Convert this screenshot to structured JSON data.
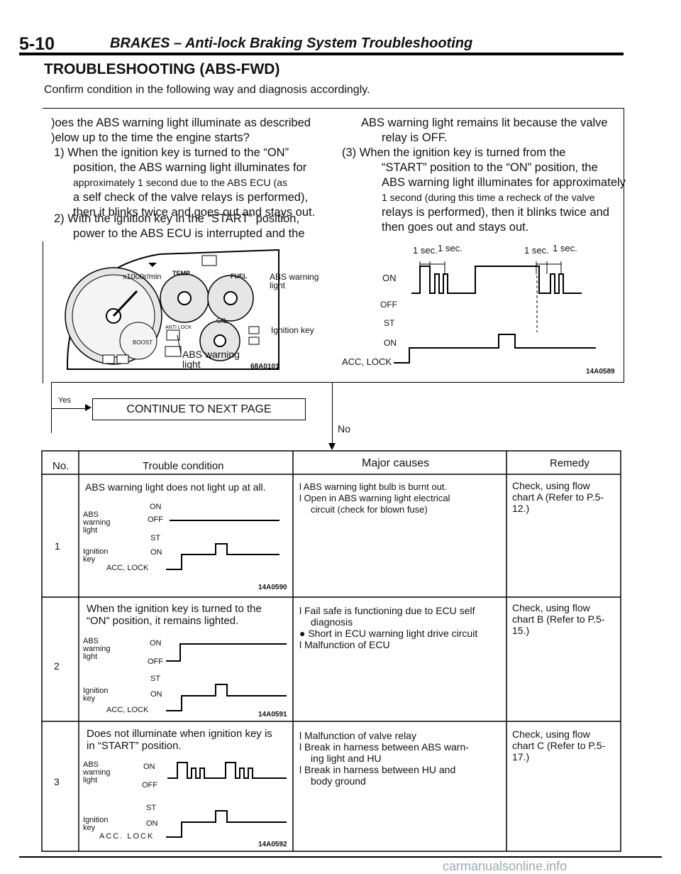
{
  "header": {
    "page_number": "5-10",
    "title": "BRAKES – Anti-lock Braking System Troubleshooting"
  },
  "section_title": "TROUBLESHOOTING (ABS-FWD)",
  "intro": "Confirm condition in the following way and diagnosis accordingly.",
  "question": {
    "lines_left": [
      ")oes the ABS warning light illuminate as described",
      ")elow up to the time the engine starts?",
      "1) When the ignition key is turned to the “ON”",
      "position, the ABS warning light illuminates for",
      "approximately 1 second due to the ABS ECU (as",
      "a self check of the valve relays is performed),",
      "then it blinks twice and goes out and stays out.",
      "2) With the ignition key in the “START” position,",
      "power to the ABS ECU is interrupted and the"
    ],
    "lines_right": [
      "ABS warning light remains lit because the valve",
      "relay is OFF.",
      "(3) When the ignition key is turned from the",
      "“START” position to the “ON” position, the",
      "ABS warning light illuminates for approximately",
      "1 second (during this time a recheck of the valve",
      "relays is performed), then it blinks twice and",
      "then goes out and stays out."
    ]
  },
  "gauge_figure": {
    "label": "ABS warning light",
    "fig_id": "68A0101",
    "fuel": "FUEL",
    "temp": "TEMP",
    "oil": "OIL",
    "boost": "BOOST",
    "anti_lock": "ANTI LOCK",
    "tach_unit": "x1000r/min"
  },
  "timing_chart": {
    "top_labels": [
      "1 sec.",
      "1 sec.",
      "1 sec.",
      "1 sec."
    ],
    "abs_label": "ABS warning light",
    "ign_label": "Ignition key",
    "on": "ON",
    "off": "OFF",
    "st": "ST",
    "acc_lock": "ACC, LOCK",
    "fig_id": "14A0589"
  },
  "flow": {
    "yes": "Yes",
    "no": "No",
    "continue": "CONTINUE TO NEXT PAGE"
  },
  "table": {
    "headers": {
      "no": "No.",
      "condition": "Trouble condition",
      "causes": "Major causes",
      "remedy": "Remedy"
    },
    "rows": [
      {
        "no": "1",
        "condition": "ABS warning light does not light up at all.",
        "chart": {
          "abs": "ABS warning light",
          "on": "ON",
          "off": "OFF",
          "ign": "Ignition key",
          "st": "ST",
          "ign_on": "ON",
          "acc": "ACC, LOCK",
          "fig_id": "14A0590"
        },
        "causes": [
          "l  ABS warning light bulb is burnt out.",
          "l  Open in ABS warning light electrical",
          "circuit (check for blown fuse)"
        ],
        "remedy": [
          "Check, using flow",
          "chart A (Refer to P.5-",
          "12.)"
        ]
      },
      {
        "no": "2",
        "condition": [
          "When the ignition key is turned to the",
          "“ON” position, it remains lighted."
        ],
        "chart": {
          "abs": "ABS warning light",
          "on": "ON",
          "off": "OFF",
          "ign": "Ignition key",
          "st": "ST",
          "ign_on": "ON",
          "acc": "ACC, LOCK",
          "fig_id": "14A0591"
        },
        "causes": [
          "l  Fail safe is functioning due to ECU self",
          "diagnosis",
          "● Short in ECU warning light drive circuit",
          "l  Malfunction of ECU"
        ],
        "remedy": [
          "Check, using flow",
          "chart B (Refer to P.5-",
          "15.)"
        ]
      },
      {
        "no": "3",
        "condition": [
          "Does not illuminate when ignition key is",
          "in “START” position."
        ],
        "chart": {
          "abs": "ABS warning light",
          "on": "ON",
          "off": "OFF",
          "ign": "Ignition key",
          "st": "ST",
          "ign_on": "ON",
          "acc": "ACC. LOCK",
          "fig_id": "14A0592"
        },
        "causes": [
          "l  Malfunction of valve relay",
          "l  Break in harness between ABS warn-",
          "ing light and HU",
          "l  Break in harness between HU and",
          "body ground"
        ],
        "remedy": [
          "Check, using flow",
          "chart C (Refer to P.5-",
          "17.)"
        ]
      }
    ]
  },
  "watermark": "carmanualsonline.info"
}
